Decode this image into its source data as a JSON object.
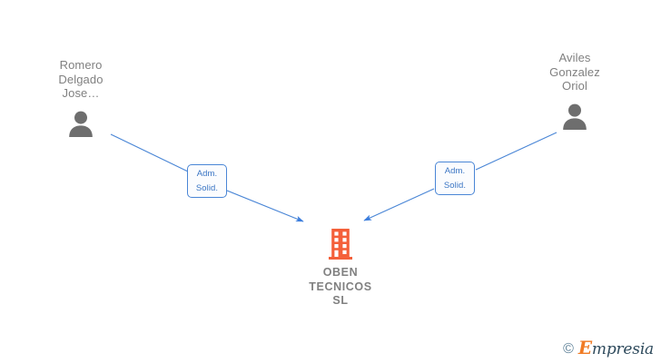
{
  "graph": {
    "background_color": "#ffffff",
    "edge_color": "#4a86d6",
    "person_color": "#6e6e6e",
    "company_color": "#f4603a",
    "text_color": "#808080"
  },
  "persons": [
    {
      "id": "person-left",
      "name": "Romero\nDelgado\nJose…",
      "icon": "person-icon"
    },
    {
      "id": "person-right",
      "name": "Aviles\nGonzalez\nOriol",
      "icon": "person-icon"
    }
  ],
  "company": {
    "name": "OBEN\nTECNICOS\nSL",
    "icon": "building-icon"
  },
  "edges": [
    {
      "id": "edge-left",
      "from": "person-left",
      "to": "company",
      "label_line1": "Adm.",
      "label_line2": "Solid."
    },
    {
      "id": "edge-right",
      "from": "person-right",
      "to": "company",
      "label_line1": "Adm.",
      "label_line2": "Solid."
    }
  ],
  "watermark": {
    "copyright": "©",
    "brand_initial": "E",
    "brand_rest": "mpresia"
  }
}
